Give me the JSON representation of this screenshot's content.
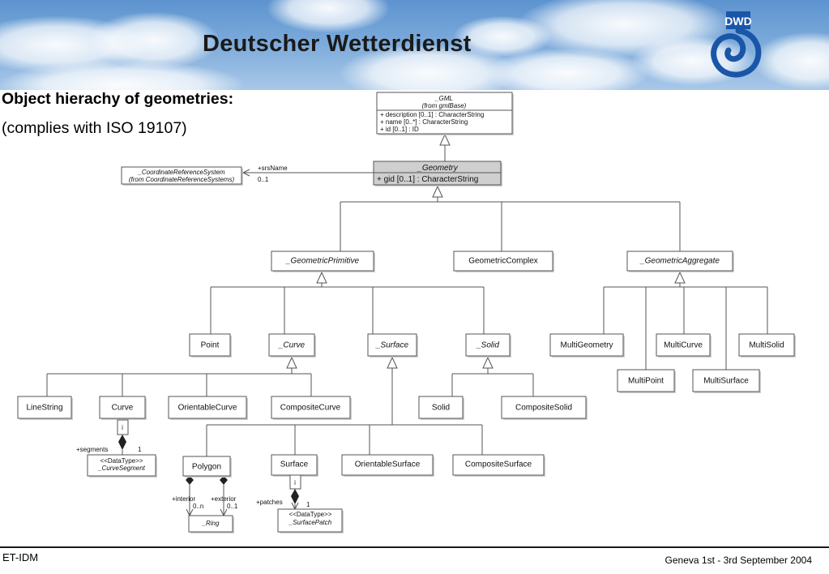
{
  "banner": {
    "title": "Deutscher Wetterdienst",
    "logo_text": "DWD"
  },
  "heading": {
    "title": "Object hierachy of geometries:",
    "subtitle": "(complies with ISO 19107)"
  },
  "gml": {
    "name": "_GML",
    "stereo": "(from gmlBase)",
    "attrs": [
      "+ description [0..1] : CharacterString",
      "+ name [0..*] : CharacterString",
      "+ id [0..1] : ID"
    ]
  },
  "geometry": {
    "name": "_Geometry",
    "attr": "+ gid [0..1] : CharacterString"
  },
  "crs": {
    "name": "_CoordinateReferenceSystem",
    "stereo": "(from CoordinateReferenceSystems)",
    "role": "+srsName",
    "mult": "0..1"
  },
  "level1": {
    "primitive": "_GeometricPrimitive",
    "complex": "GeometricComplex",
    "aggregate": "_GeometricAggregate"
  },
  "primitives": {
    "point": "Point",
    "curve": "_Curve",
    "surface": "_Surface",
    "solid": "_Solid"
  },
  "aggregates": {
    "multigeometry": "MultiGeometry",
    "multipoint": "MultiPoint",
    "multicurve": "MultiCurve",
    "multisurface": "MultiSurface",
    "multisolid": "MultiSolid"
  },
  "curves": {
    "linestring": "LineString",
    "curve": "Curve",
    "orientable": "OrientableCurve",
    "composite": "CompositeCurve"
  },
  "solids": {
    "solid": "Solid",
    "composite": "CompositeSolid"
  },
  "surfaces": {
    "polygon": "Polygon",
    "surface": "Surface",
    "orientable": "OrientableSurface",
    "composite": "CompositeSurface"
  },
  "curve_segment": {
    "stereo": "<<DataType>>",
    "name": "_CurveSegment",
    "role": "+segments",
    "mult": "1",
    "qualifier": "i"
  },
  "surface_patch": {
    "stereo": "<<DataType>>",
    "name": "_SurfacePatch",
    "role": "+patches",
    "mult": "1",
    "qualifier": "i"
  },
  "ring": {
    "name": "_Ring",
    "role_interior": "+interior",
    "mult_interior": "0..n",
    "role_exterior": "+exterior",
    "mult_exterior": "0..1"
  },
  "footer": {
    "left": "ET-IDM",
    "right": "Geneva 1st - 3rd September 2004"
  }
}
